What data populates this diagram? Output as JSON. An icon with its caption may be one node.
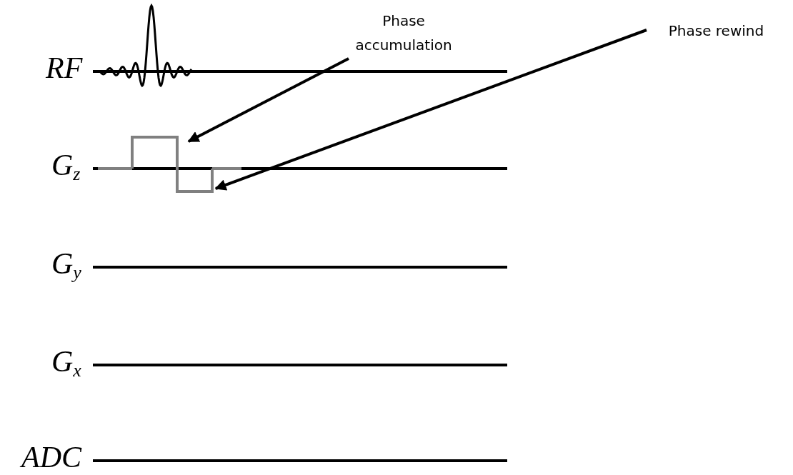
{
  "diagram": {
    "nodes": [
      {
        "text": [
          "Phase accumulation"
        ]
      },
      {
        "text": [
          "Phase rewind"
        ]
      },
      {
        "text": [],
        "shape": "bar"
      },
      {
        "text": [],
        "shape": "bar"
      }
    ],
    "edges": [
      {
        "from": 0,
        "to": 2,
        "arrow": "to"
      },
      {
        "from": 1,
        "to": 3,
        "arrow": "to"
      }
    ],
    "labels": [
      "RF",
      "G$_{z}$",
      "G$_{y}$",
      "G$_{x}$",
      "ADC"
    ]
  }
}
